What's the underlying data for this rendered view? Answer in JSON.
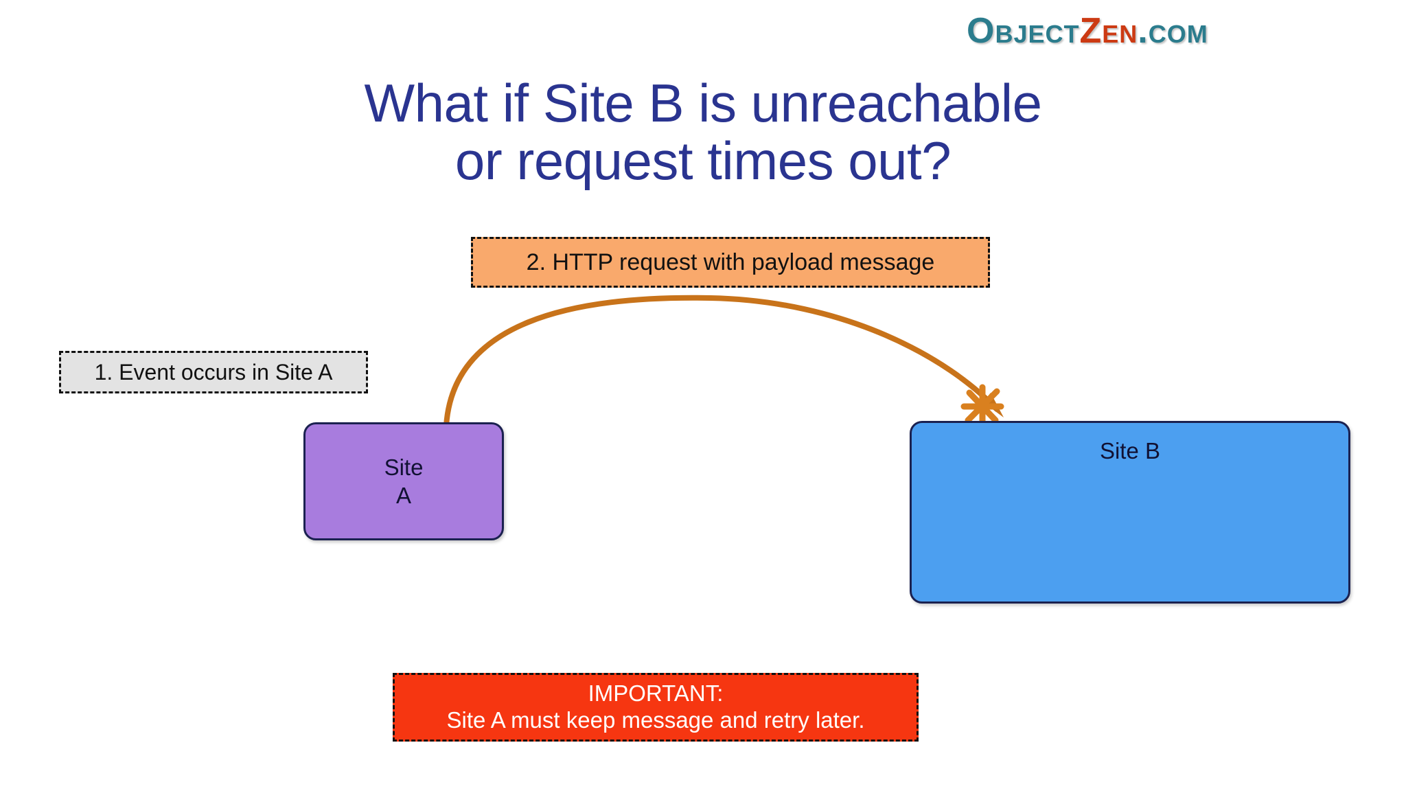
{
  "logo": {
    "part_object": "Object",
    "part_zen": "Zen",
    "part_com": ".com",
    "teal_color": "#2B7C8D",
    "red_color": "#CC3A13"
  },
  "title": {
    "line1": "What if Site B is unreachable",
    "line2": "or request times out?",
    "color": "#2A3490"
  },
  "callouts": {
    "event": {
      "label": "1. Event occurs in Site A",
      "fill": "#E3E3E3",
      "border": "#111111"
    },
    "http_request": {
      "label": "2. HTTP request with payload message",
      "fill": "#F9A96C",
      "border": "#111111"
    },
    "important": {
      "line1": "IMPORTANT:",
      "line2": "Site A must keep message and retry later.",
      "fill": "#F63611",
      "text_color": "#FFFFFF"
    }
  },
  "nodes": {
    "site_a": {
      "line1": "Site",
      "line2": "A",
      "fill": "#A87CDE",
      "border": "#1B2150"
    },
    "site_b": {
      "label": "Site B",
      "fill": "#4C9FF0",
      "border": "#1B2150"
    }
  },
  "arrow": {
    "name": "failed-request-arrow",
    "color": "#C8731A",
    "marker": "x-cross-failure-marker",
    "from": "site_a",
    "to": "site_b",
    "status": "blocked"
  }
}
